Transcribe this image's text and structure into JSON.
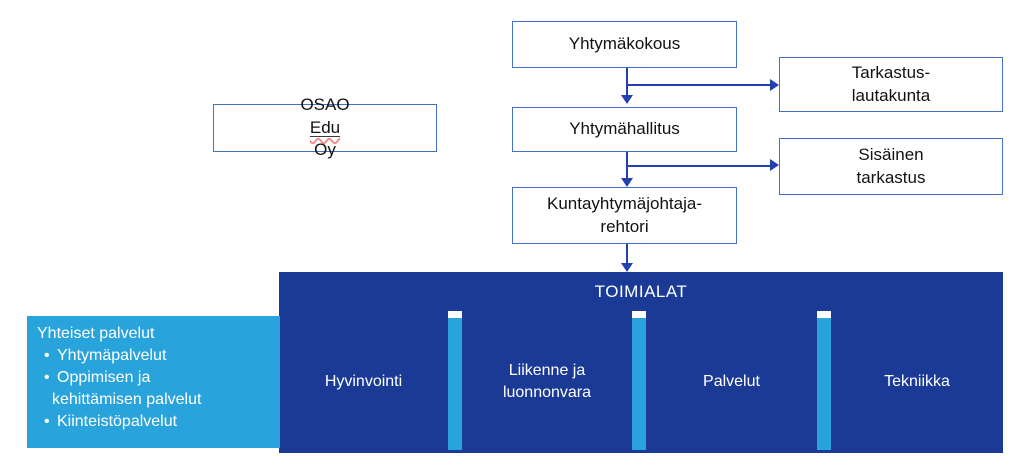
{
  "palette": {
    "dark_blue": "#1A3A96",
    "light_blue": "#29A3DC",
    "border_blue": "#4472C4",
    "connector_blue": "#2340AF",
    "text_dark": "#111111"
  },
  "boxes": {
    "yhtymakokous": {
      "label": "Yhtymäkokous"
    },
    "yhtymahallitus": {
      "label": "Yhtymähallitus"
    },
    "kuntayhtymajohtaja_rehtori": {
      "lines": [
        "Kuntayhtymäjohtaja-",
        "rehtori"
      ]
    },
    "osao_edu_oy": {
      "prefix": "OSAO",
      "misspelled": "Edu",
      "suffix": "Oy"
    },
    "tarkastuslautakunta": {
      "lines": [
        "Tarkastus-",
        "lautakunta"
      ]
    },
    "sisainen_tarkastus": {
      "lines": [
        "Sisäinen",
        "tarkastus"
      ]
    }
  },
  "toimialat": {
    "title": "TOIMIALAT",
    "divisions": [
      {
        "lines": [
          "Hyvinvointi"
        ]
      },
      {
        "lines": [
          "Liikenne ja",
          "luonnonvara"
        ]
      },
      {
        "lines": [
          "Palvelut"
        ]
      },
      {
        "lines": [
          "Tekniikka"
        ]
      }
    ]
  },
  "yhteiset_palvelut": {
    "title": "Yhteiset palvelut",
    "bullet_glyph": "•",
    "items": [
      {
        "lines": [
          "Yhtymäpalvelut"
        ]
      },
      {
        "lines": [
          "Oppimisen ja",
          "kehittämisen palvelut"
        ]
      },
      {
        "lines": [
          "Kiinteistöpalvelut"
        ]
      }
    ]
  }
}
